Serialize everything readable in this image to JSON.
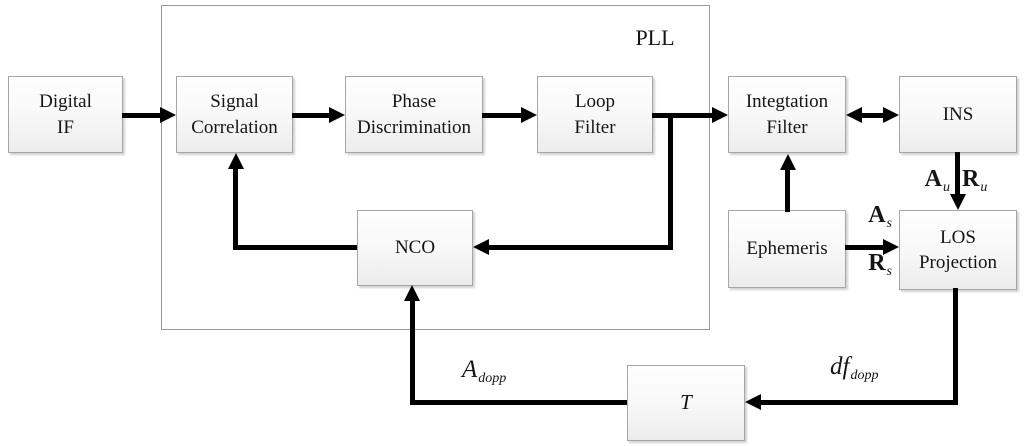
{
  "figure": {
    "pll_label": "PLL",
    "blocks": {
      "digital_if": "Digital\nIF",
      "signal_correlation": "Signal\nCorrelation",
      "phase_discrimination": "Phase\nDiscrimination",
      "loop_filter": "Loop\nFilter",
      "integration_filter": "Integtation\nFilter",
      "ins": "INS",
      "nco": "NCO",
      "ephemeris": "Ephemeris",
      "los_projection": "LOS\nProjection",
      "t_block": "T"
    },
    "signal_labels": {
      "a_u": {
        "base": "A",
        "sub": "u"
      },
      "r_u": {
        "base": "R",
        "sub": "u"
      },
      "a_s": {
        "base": "A",
        "sub": "s"
      },
      "r_s": {
        "base": "R",
        "sub": "s"
      },
      "a_dopp": {
        "base": "A",
        "sub": "dopp"
      },
      "df_dopp": {
        "base": "df",
        "sub": "dopp"
      }
    },
    "colors": {
      "arrow": "#000000",
      "block_border": "#a6a6a6",
      "block_fill_top": "#fefefe",
      "block_fill_bottom": "#ececec",
      "pll_border": "#999999",
      "background": "#ffffff"
    }
  }
}
